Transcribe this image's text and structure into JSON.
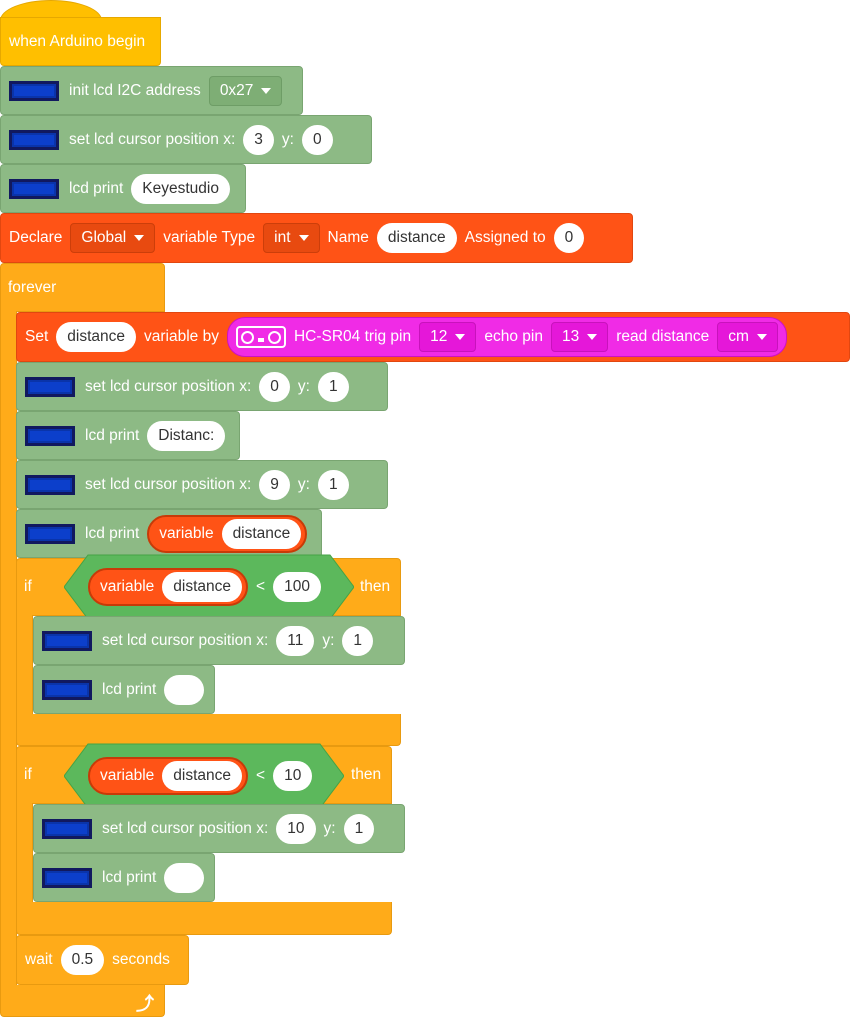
{
  "event": {
    "label": "when Arduino begin"
  },
  "init_lcd": {
    "label": "init lcd I2C address",
    "address": "0x27"
  },
  "set_cursor_1": {
    "label": "set lcd cursor position x:",
    "x": "3",
    "y_label": "y:",
    "y": "0"
  },
  "print_1": {
    "label": "lcd print",
    "text": "Keyestudio"
  },
  "declare": {
    "label": "Declare",
    "scope": "Global",
    "type_label": "variable Type",
    "type": "int",
    "name_label": "Name",
    "name": "distance",
    "assign_label": "Assigned to",
    "value": "0"
  },
  "forever": {
    "label": "forever"
  },
  "set_var": {
    "label": "Set",
    "var": "distance",
    "by_label": "variable by",
    "sensor_label": "HC-SR04 trig pin",
    "trig": "12",
    "echo_label": "echo pin",
    "echo": "13",
    "read_label": "read distance",
    "unit": "cm"
  },
  "set_cursor_2": {
    "label": "set lcd cursor position x:",
    "x": "0",
    "y_label": "y:",
    "y": "1"
  },
  "print_2": {
    "label": "lcd print",
    "text": "Distanc:"
  },
  "set_cursor_3": {
    "label": "set lcd cursor position x:",
    "x": "9",
    "y_label": "y:",
    "y": "1"
  },
  "print_3": {
    "label": "lcd print",
    "var_label": "variable",
    "var": "distance"
  },
  "if_1": {
    "label": "if",
    "var_label": "variable",
    "var": "distance",
    "op": "<",
    "value": "100",
    "then": "then"
  },
  "set_cursor_4": {
    "label": "set lcd cursor position x:",
    "x": "11",
    "y_label": "y:",
    "y": "1"
  },
  "print_4": {
    "label": "lcd print",
    "text": ""
  },
  "if_2": {
    "label": "if",
    "var_label": "variable",
    "var": "distance",
    "op": "<",
    "value": "10",
    "then": "then"
  },
  "set_cursor_5": {
    "label": "set lcd cursor position x:",
    "x": "10",
    "y_label": "y:",
    "y": "1"
  },
  "print_5": {
    "label": "lcd print",
    "text": ""
  },
  "wait": {
    "label": "wait",
    "value": "0.5",
    "unit": "seconds"
  },
  "colors": {
    "event": "#FFBF00",
    "lcd": "#8DBA85",
    "declare": "#FF5316",
    "control": "#FFAB19",
    "logic": "#5CB85C",
    "sensor": "#F02BE6"
  },
  "icons": {
    "lcd": "lcd-display-icon",
    "sensor": "ultrasonic-sensor-icon",
    "loop": "loop-arrow-icon"
  }
}
